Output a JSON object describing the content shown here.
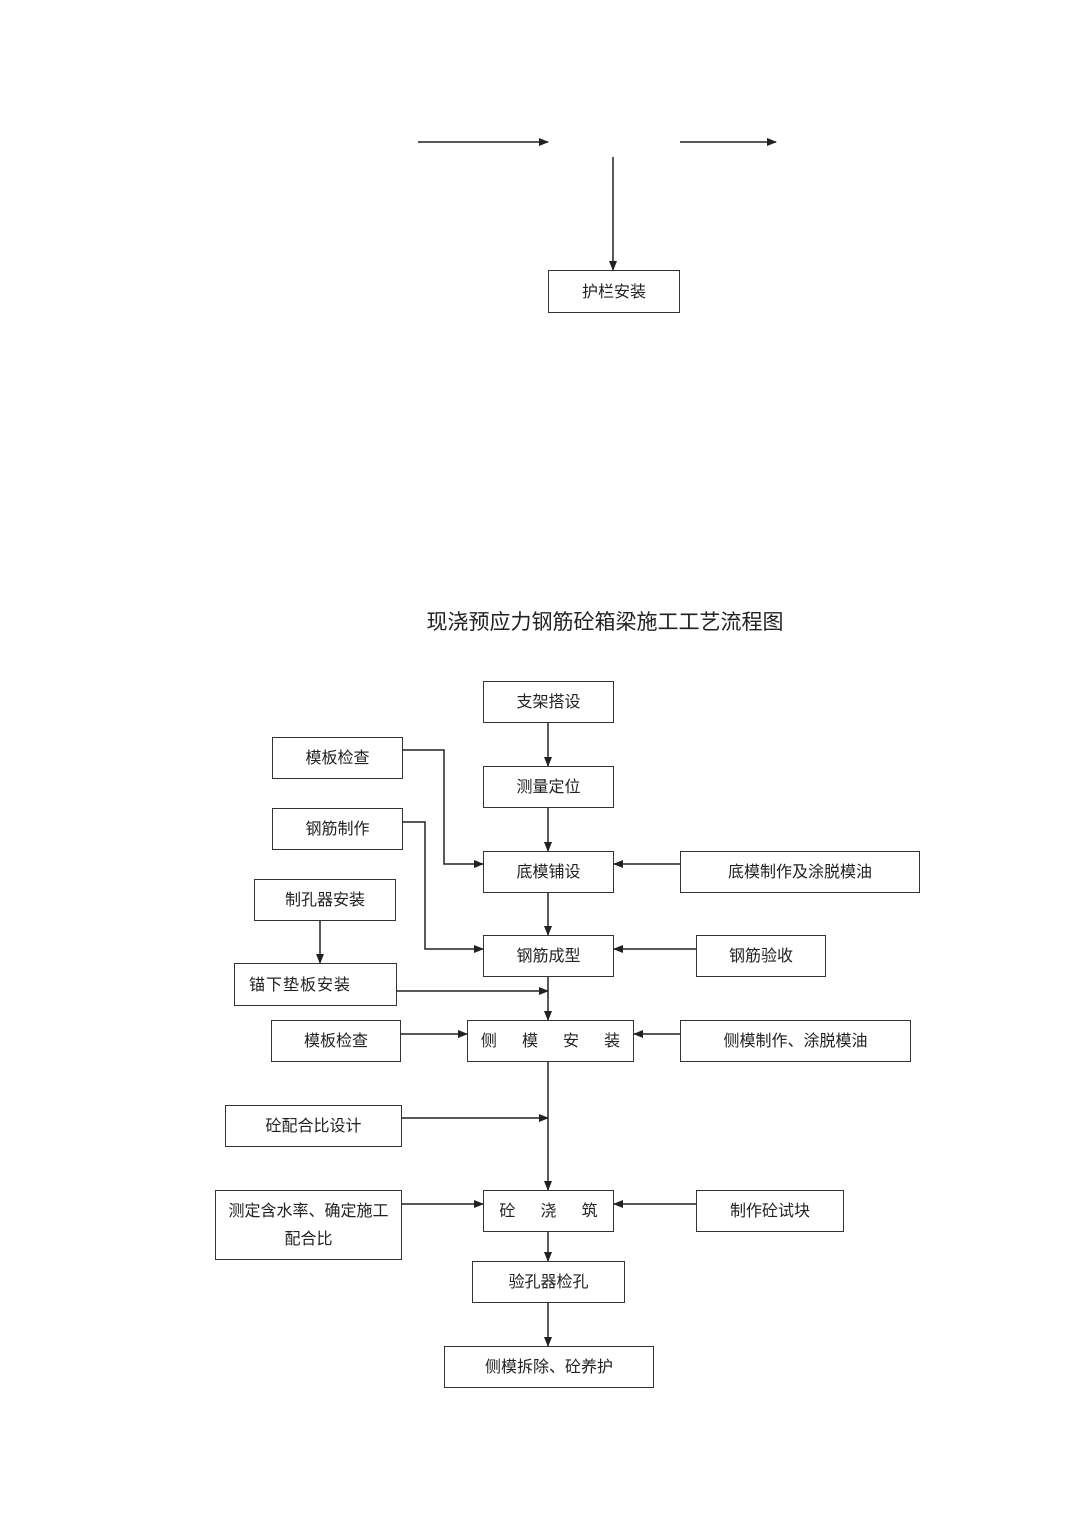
{
  "top_fragment": {
    "box_label": "护栏安装"
  },
  "diagram": {
    "title": "现浇预应力钢筋砼箱梁施工工艺流程图",
    "nodes": {
      "support_erection": "支架搭设",
      "survey_positioning": "测量定位",
      "formwork_check_1": "模板检查",
      "rebar_fabrication": "钢筋制作",
      "bottom_form_laying": "底模铺设",
      "bottom_form_making": "底模制作及涂脱模油",
      "duct_former_install": "制孔器安装",
      "rebar_forming": "钢筋成型",
      "rebar_acceptance": "钢筋验收",
      "anchor_plate_install": "锚下垫板安装",
      "formwork_check_2": "模板检查",
      "side_form_install": "侧 模 安 装",
      "side_form_making": "侧模制作、涂脱模油",
      "mix_design": "砼配合比设计",
      "moisture_test_line1": "测定含水率、确定施工",
      "moisture_test_line2": "配合比",
      "concrete_pouring": "砼 浇 筑",
      "test_block_making": "制作砼试块",
      "duct_check": "验孔器检孔",
      "form_removal_curing": "侧模拆除、砼养护"
    }
  }
}
